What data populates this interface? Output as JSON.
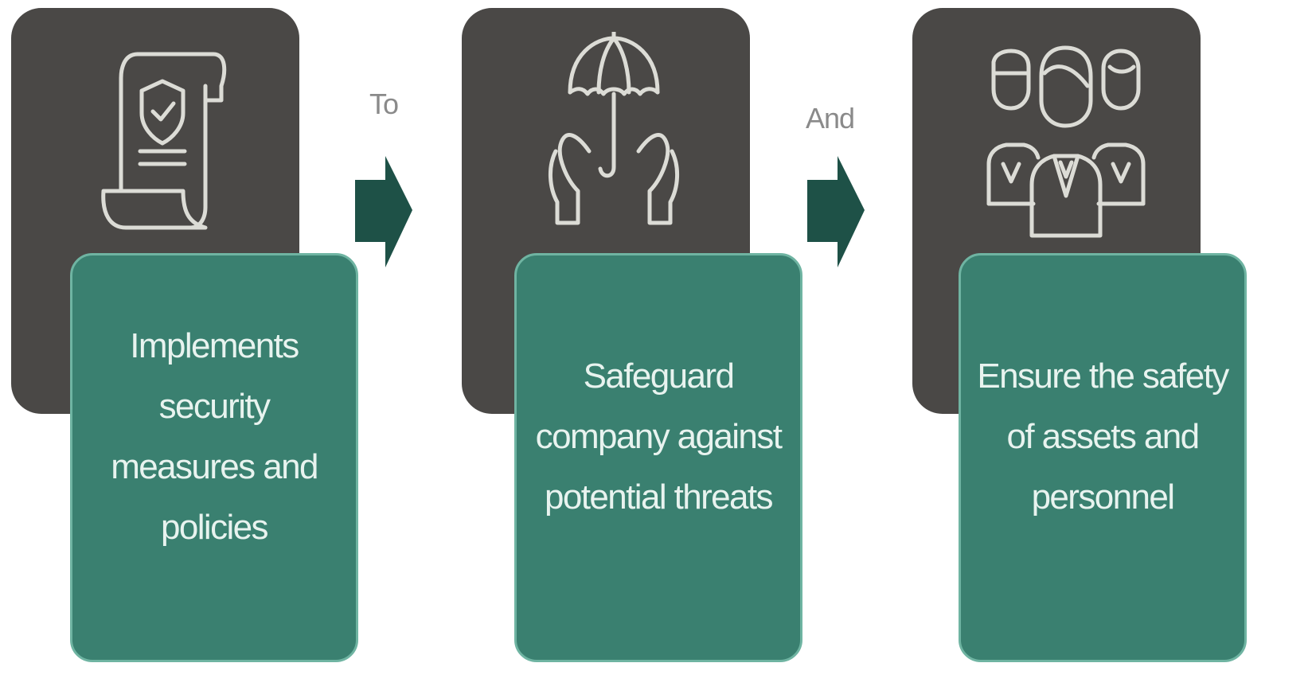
{
  "colors": {
    "dark_card": "#4a4846",
    "green_card": "#3a8070",
    "green_card_border": "#6fb4a2",
    "card_text": "#e8f3ef",
    "icon_stroke": "#dcdcd6",
    "arrow": "#1e5147",
    "label": "#8a8a8a"
  },
  "steps": [
    {
      "icon": "policy-scroll-shield-icon",
      "text": "Implements security measures and policies"
    },
    {
      "icon": "umbrella-hands-icon",
      "text": "Safeguard company against  potential threats"
    },
    {
      "icon": "personnel-group-icon",
      "text": "Ensure the safety of assets and personnel"
    }
  ],
  "connectors": [
    {
      "label": "To"
    },
    {
      "label": "And"
    }
  ]
}
